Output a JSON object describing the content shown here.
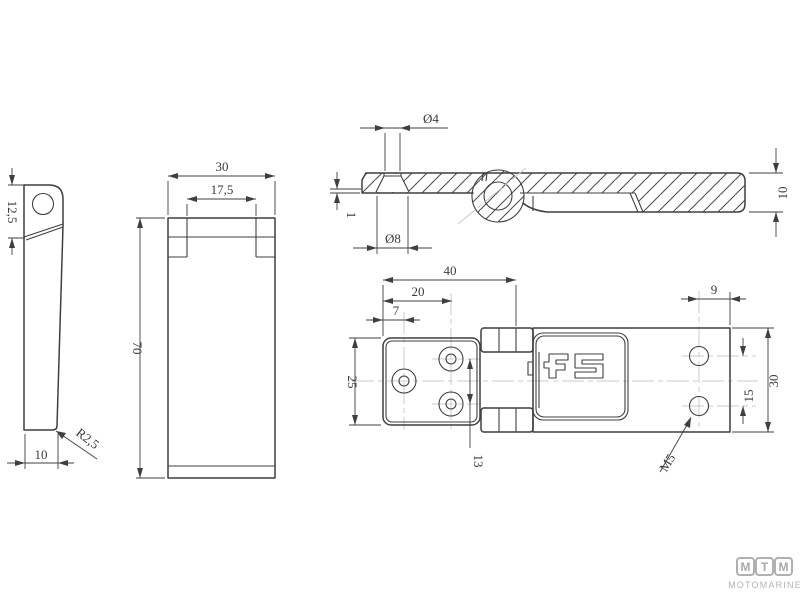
{
  "page": {
    "background": "#ffffff"
  },
  "views": {
    "side": {
      "height_label": "12,5",
      "width_label": "10",
      "radius_label": "R2,5"
    },
    "front": {
      "width_label": "30",
      "tab_span_label": "17,5",
      "height_label": "70"
    },
    "section": {
      "hole_label": "Ø4",
      "countersink_label": "Ø8",
      "lip_label": "1",
      "thickness_label": "10"
    },
    "plan": {
      "length_label": "40",
      "hole_span_label": "20",
      "hole_offset_label": "7",
      "left_leaf_width_label": "25",
      "hole_pitch_label": "13",
      "edge_offset_label": "9",
      "right_hole_pitch_label": "15",
      "right_leaf_width_label": "30",
      "thread_label": "M5"
    }
  },
  "branding": {
    "letters": [
      "M",
      "T",
      "M"
    ],
    "name": "MOTOMARINE"
  },
  "colors": {
    "line": "#3f3f3f",
    "centerline": "#cbcbcb",
    "logo_gray": "#a9a9a9"
  }
}
